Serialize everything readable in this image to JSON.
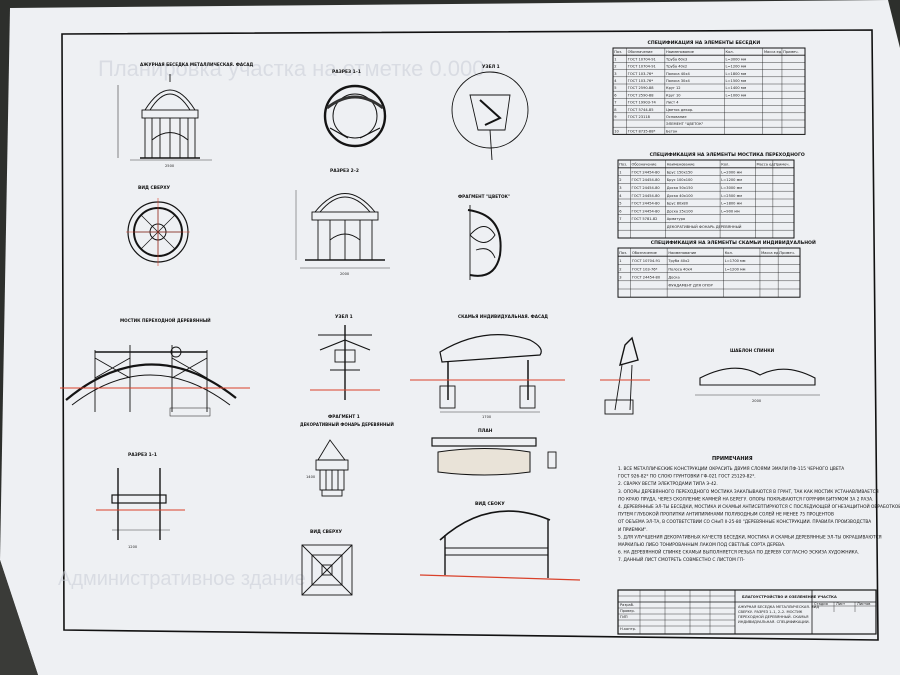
{
  "ghost_text": {
    "top": "Планировка участка на отметке 0.000",
    "bottom": "Административное здание"
  },
  "views": {
    "gazebo_facade": "АЖУРНАЯ БЕСЕДКА МЕТАЛЛИЧЕСКАЯ. ФАСАД",
    "section_1": "РАЗРЕЗ 1–1",
    "node_1_top": "УЗЕЛ 1",
    "top_view": "ВИД СВЕРХУ",
    "section_2": "РАЗРЕЗ 2–2",
    "fragment_flower": "ФРАГМЕНТ \"ЦВЕТОК\"",
    "bridge": "МОСТИК ПЕРЕХОДНОЙ ДЕРЕВЯННЫЙ",
    "node_1": "УЗЕЛ 1",
    "bench_facade": "СКАМЬЯ ИНДИВИДУАЛЬНАЯ. ФАСАД",
    "backrest_template": "ШАБЛОН СПИНКИ",
    "fragment_1": "ФРАГМЕНТ 1",
    "lantern": "ДЕКОРАТИВНЫЙ ФОНАРЬ ДЕРЕВЯННЫЙ",
    "plan": "ПЛАН",
    "section_1_bottom": "РАЗРЕЗ 1–1",
    "side_view": "ВИД СБОКУ",
    "top_view_2": "ВИД СВЕРХУ"
  },
  "specs": [
    {
      "title": "СПЕЦИФИКАЦИЯ НА ЭЛЕМЕНТЫ БЕСЕДКИ",
      "headers": [
        "Поз.",
        "Обозначение",
        "Наименование",
        "Кол.",
        "Масса ед.",
        "Примеч."
      ],
      "rows": [
        [
          "1",
          "ГОСТ 10704-91",
          "Труба 60х3",
          "L=3000 мм",
          "",
          ""
        ],
        [
          "2",
          "ГОСТ 10704-91",
          "Труба 40х2",
          "L=1200 мм",
          "",
          ""
        ],
        [
          "3",
          "ГОСТ 103-76*",
          "Полоса 40х4",
          "L=1800 мм",
          "",
          ""
        ],
        [
          "4",
          "ГОСТ 103-76*",
          "Полоса 30х4",
          "L=1500 мм",
          "",
          ""
        ],
        [
          "5",
          "ГОСТ 2590-88",
          "Круг 12",
          "L=1400 мм",
          "",
          ""
        ],
        [
          "6",
          "ГОСТ 2590-88",
          "Круг 10",
          "L=1000 мм",
          "",
          ""
        ],
        [
          "7",
          "ГОСТ 19903-74",
          "Лист 4",
          "",
          "",
          ""
        ],
        [
          "8",
          "ГОСТ 5744-85",
          "Цветок декор.",
          "",
          "",
          ""
        ],
        [
          "9",
          "ГОСТ 23118",
          "Основание",
          "",
          "",
          ""
        ],
        [
          "",
          "",
          "ЭЛЕМЕНТ \"ЦВЕТОК\"",
          "",
          "",
          ""
        ],
        [
          "10",
          "ГОСТ 8735-88*",
          "Бетон",
          "",
          "",
          ""
        ]
      ]
    },
    {
      "title": "СПЕЦИФИКАЦИЯ НА ЭЛЕМЕНТЫ МОСТИКА ПЕРЕХОДНОГО",
      "headers": [
        "Поз.",
        "Обозначение",
        "Наименование",
        "Кол.",
        "Масса ед.",
        "Примеч."
      ],
      "rows": [
        [
          "1",
          "ГОСТ 24454-80",
          "Брус 150х150",
          "L=2000 мм",
          "",
          ""
        ],
        [
          "2",
          "ГОСТ 24454-80",
          "Брус 100х100",
          "L=1200 мм",
          "",
          ""
        ],
        [
          "3",
          "ГОСТ 24454-80",
          "Доска 50х150",
          "L=3000 мм",
          "",
          ""
        ],
        [
          "4",
          "ГОСТ 24454-80",
          "Доска 40х100",
          "L=2500 мм",
          "",
          ""
        ],
        [
          "5",
          "ГОСТ 24454-80",
          "Брус 80х80",
          "L=1800 мм",
          "",
          ""
        ],
        [
          "6",
          "ГОСТ 24454-80",
          "Доска 25х100",
          "L=900 мм",
          "",
          ""
        ],
        [
          "7",
          "ГОСТ 5781-82",
          "Арматура",
          "",
          "",
          ""
        ],
        [
          "",
          "",
          "ДЕКОРАТИВНЫЙ ФОНАРЬ ДЕРЕВЯННЫЙ",
          "",
          "",
          ""
        ],
        [
          "",
          "",
          "",
          "",
          "",
          ""
        ]
      ]
    },
    {
      "title": "СПЕЦИФИКАЦИЯ НА ЭЛЕМЕНТЫ СКАМЬИ ИНДИВИДУАЛЬНОЙ",
      "headers": [
        "Поз.",
        "Обозначение",
        "Наименование",
        "Кол.",
        "Масса ед.",
        "Примеч."
      ],
      "rows": [
        [
          "1",
          "ГОСТ 10704-91",
          "Труба 40х2",
          "L=1700 мм",
          "",
          ""
        ],
        [
          "2",
          "ГОСТ 103-76*",
          "Полоса 40х4",
          "L=1200 мм",
          "",
          ""
        ],
        [
          "3",
          "ГОСТ 24454-80",
          "Доска",
          "",
          "",
          ""
        ],
        [
          "",
          "",
          "ФУНДАМЕНТ ДЛЯ ОПОР",
          "",
          "",
          ""
        ],
        [
          "",
          "",
          "",
          "",
          "",
          ""
        ]
      ]
    }
  ],
  "notes": {
    "title": "ПРИМЕЧАНИЯ",
    "items": [
      "1. ВСЕ МЕТАЛЛИЧЕСКИЕ КОНСТРУКЦИИ ОКРАСИТЬ ДВУМЯ СЛОЯМИ ЭМАЛИ ПФ-115 ЧЕРНОГО ЦВЕТА",
      "ГОСТ 926-82* ПО СЛОЮ ГРУНТОВКИ ГФ-021 ГОСТ 25129-82*.",
      "2. СВАРКУ ВЕСТИ ЭЛЕКТРОДАМИ ТИПА Э-42.",
      "3. ОПОРЫ ДЕРЕВЯННОГО ПЕРЕХОДНОГО МОСТИКА ЗАКАПЫВАЮТСЯ В ГРУНТ, ТАК КАК МОСТИК УСТАНАВЛИВАЕТСЯ",
      "ПО КРАЮ ПРУДА, ЧЕРЕЗ СКОЛЛЕНИЕ КАМНЕЙ НА БЕРЕГУ. ОПОРЫ ПОКРЫВАЮТСЯ ГОРЯЧИМ БИТУМОМ ЗА 2 РАЗА.",
      "4. ДЕРЕВЯННЫЕ ЭЛ-ТЫ БЕСЕДКИ, МОСТИКА И СКАМЬИ АНТИСЕПТИРУЮТСЯ С ПОСЛЕДУЮЩЕЙ ОГНЕЗАЩИТНОЙ ОБРАБОТКОЙ",
      "ПУТЕМ ГЛУБОКОЙ ПРОПИТКИ АНТИПИРИНАМИ ПОЛУВОДНЫМ СОЛЕЙ НЕ МЕНЕЕ 75 ПРОЦЕНТОВ",
      "ОТ ОБЪЕМА ЭЛ-ТА, В СООТВЕТСТВИИ СО СНиП II-25-80 \"ДЕРЕВЯННЫЕ КОНСТРУКЦИИ. ПРАВИЛА ПРОИЗВОДСТВА",
      "И ПРИЕМКИ\".",
      "5. ДЛЯ УЛУЧШЕНИЯ ДЕКОРАТИВНЫХ КАЧЕСТВ БЕСЕДКИ, МОСТИКА И СКАМЬИ ДЕРЕВЯННЫЕ ЭЛ-ТЫ ОКРАШИВАЮТСЯ",
      "МАРКИЛЬЮ ЛИБО ТОНИРОВАННЫМ ЛАКОМ ПОД СВЕТЛЫЕ СОРТА ДЕРЕВА.",
      "6. НА ДЕРЕВЯННОЙ СПИНКЕ СКАМЬИ ВЫПОЛНЯЕТСЯ РЕЗЬБА ПО ДЕРЕВУ СОГЛАСНО ЭСКИЗА ХУДОЖНИКА.",
      "7. ДАННЫЙ ЛИСТ СМОТРЕТЬ СОВМЕСТНО С ЛИСТОМ ГП-"
    ]
  },
  "title_block": {
    "project": "БЛАГОУСТРОЙСТВО И ОЗЕЛЕНЕНИЕ УЧАСТКА",
    "sheet_content": "АЖУРНАЯ БЕСЕДКА МЕТАЛЛИЧЕСКАЯ. ВИД СВЕРХУ. РАЗРЕЗ 1–1, 2–2. МОСТИК ПЕРЕХОДНОЙ ДЕРЕВЯННЫЙ. СКАМЬЯ ИНДИВИДУАЛЬНАЯ. СПЕЦИФИКАЦИИ.",
    "stage_headers": [
      "Стадия",
      "Лист",
      "Листов"
    ],
    "roles": [
      "Разраб.",
      "Провер.",
      "ГИП",
      "Н.контр."
    ]
  },
  "dims": {
    "gazebo_width": "2500",
    "section_width": "2000",
    "bench_length": "1700",
    "template_length": "2000",
    "bench_base": "1700",
    "bench_height": "1200",
    "lantern_h": "1400"
  },
  "colors": {
    "ground_line": "#d9412a",
    "ink": "#141414",
    "paper": "#f3f4f6"
  }
}
